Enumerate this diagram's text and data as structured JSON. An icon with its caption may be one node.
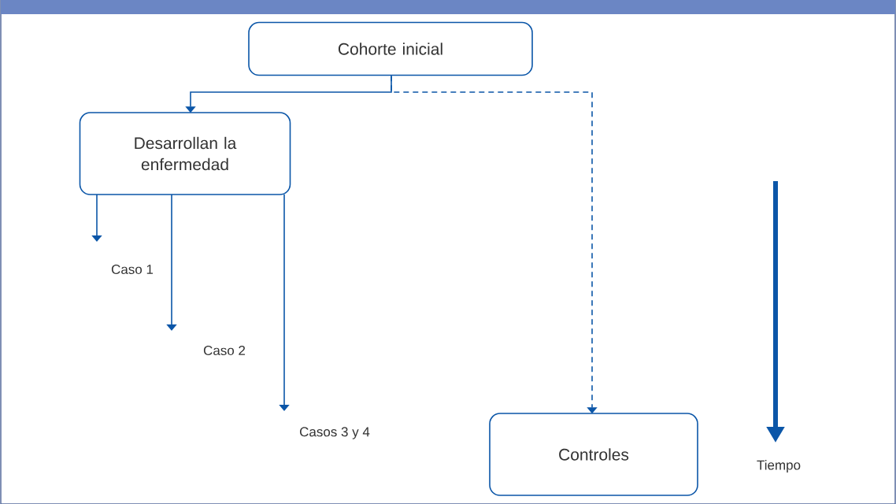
{
  "diagram": {
    "nodes": [
      {
        "text": [
          "Cohorte inicial"
        ]
      },
      {
        "text": [
          "Desarrollan la enfermedad"
        ]
      },
      {
        "text": [
          "Caso 1"
        ]
      },
      {
        "text": [
          "Caso 2"
        ]
      },
      {
        "text": [
          "Casos 3 y 4"
        ]
      },
      {
        "text": [
          "Controles"
        ]
      }
    ],
    "edges": [
      {
        "from": 0,
        "to": 5,
        "arrow": "to",
        "style": "dashed"
      },
      {
        "from": 0,
        "to": 1,
        "arrow": "to"
      },
      {
        "from": 1,
        "to": 2,
        "arrow": "to"
      },
      {
        "from": 1,
        "to": 3,
        "arrow": "to"
      },
      {
        "from": 1,
        "to": 4,
        "arrow": "to"
      }
    ],
    "labels": [
      "Tiempo"
    ]
  }
}
